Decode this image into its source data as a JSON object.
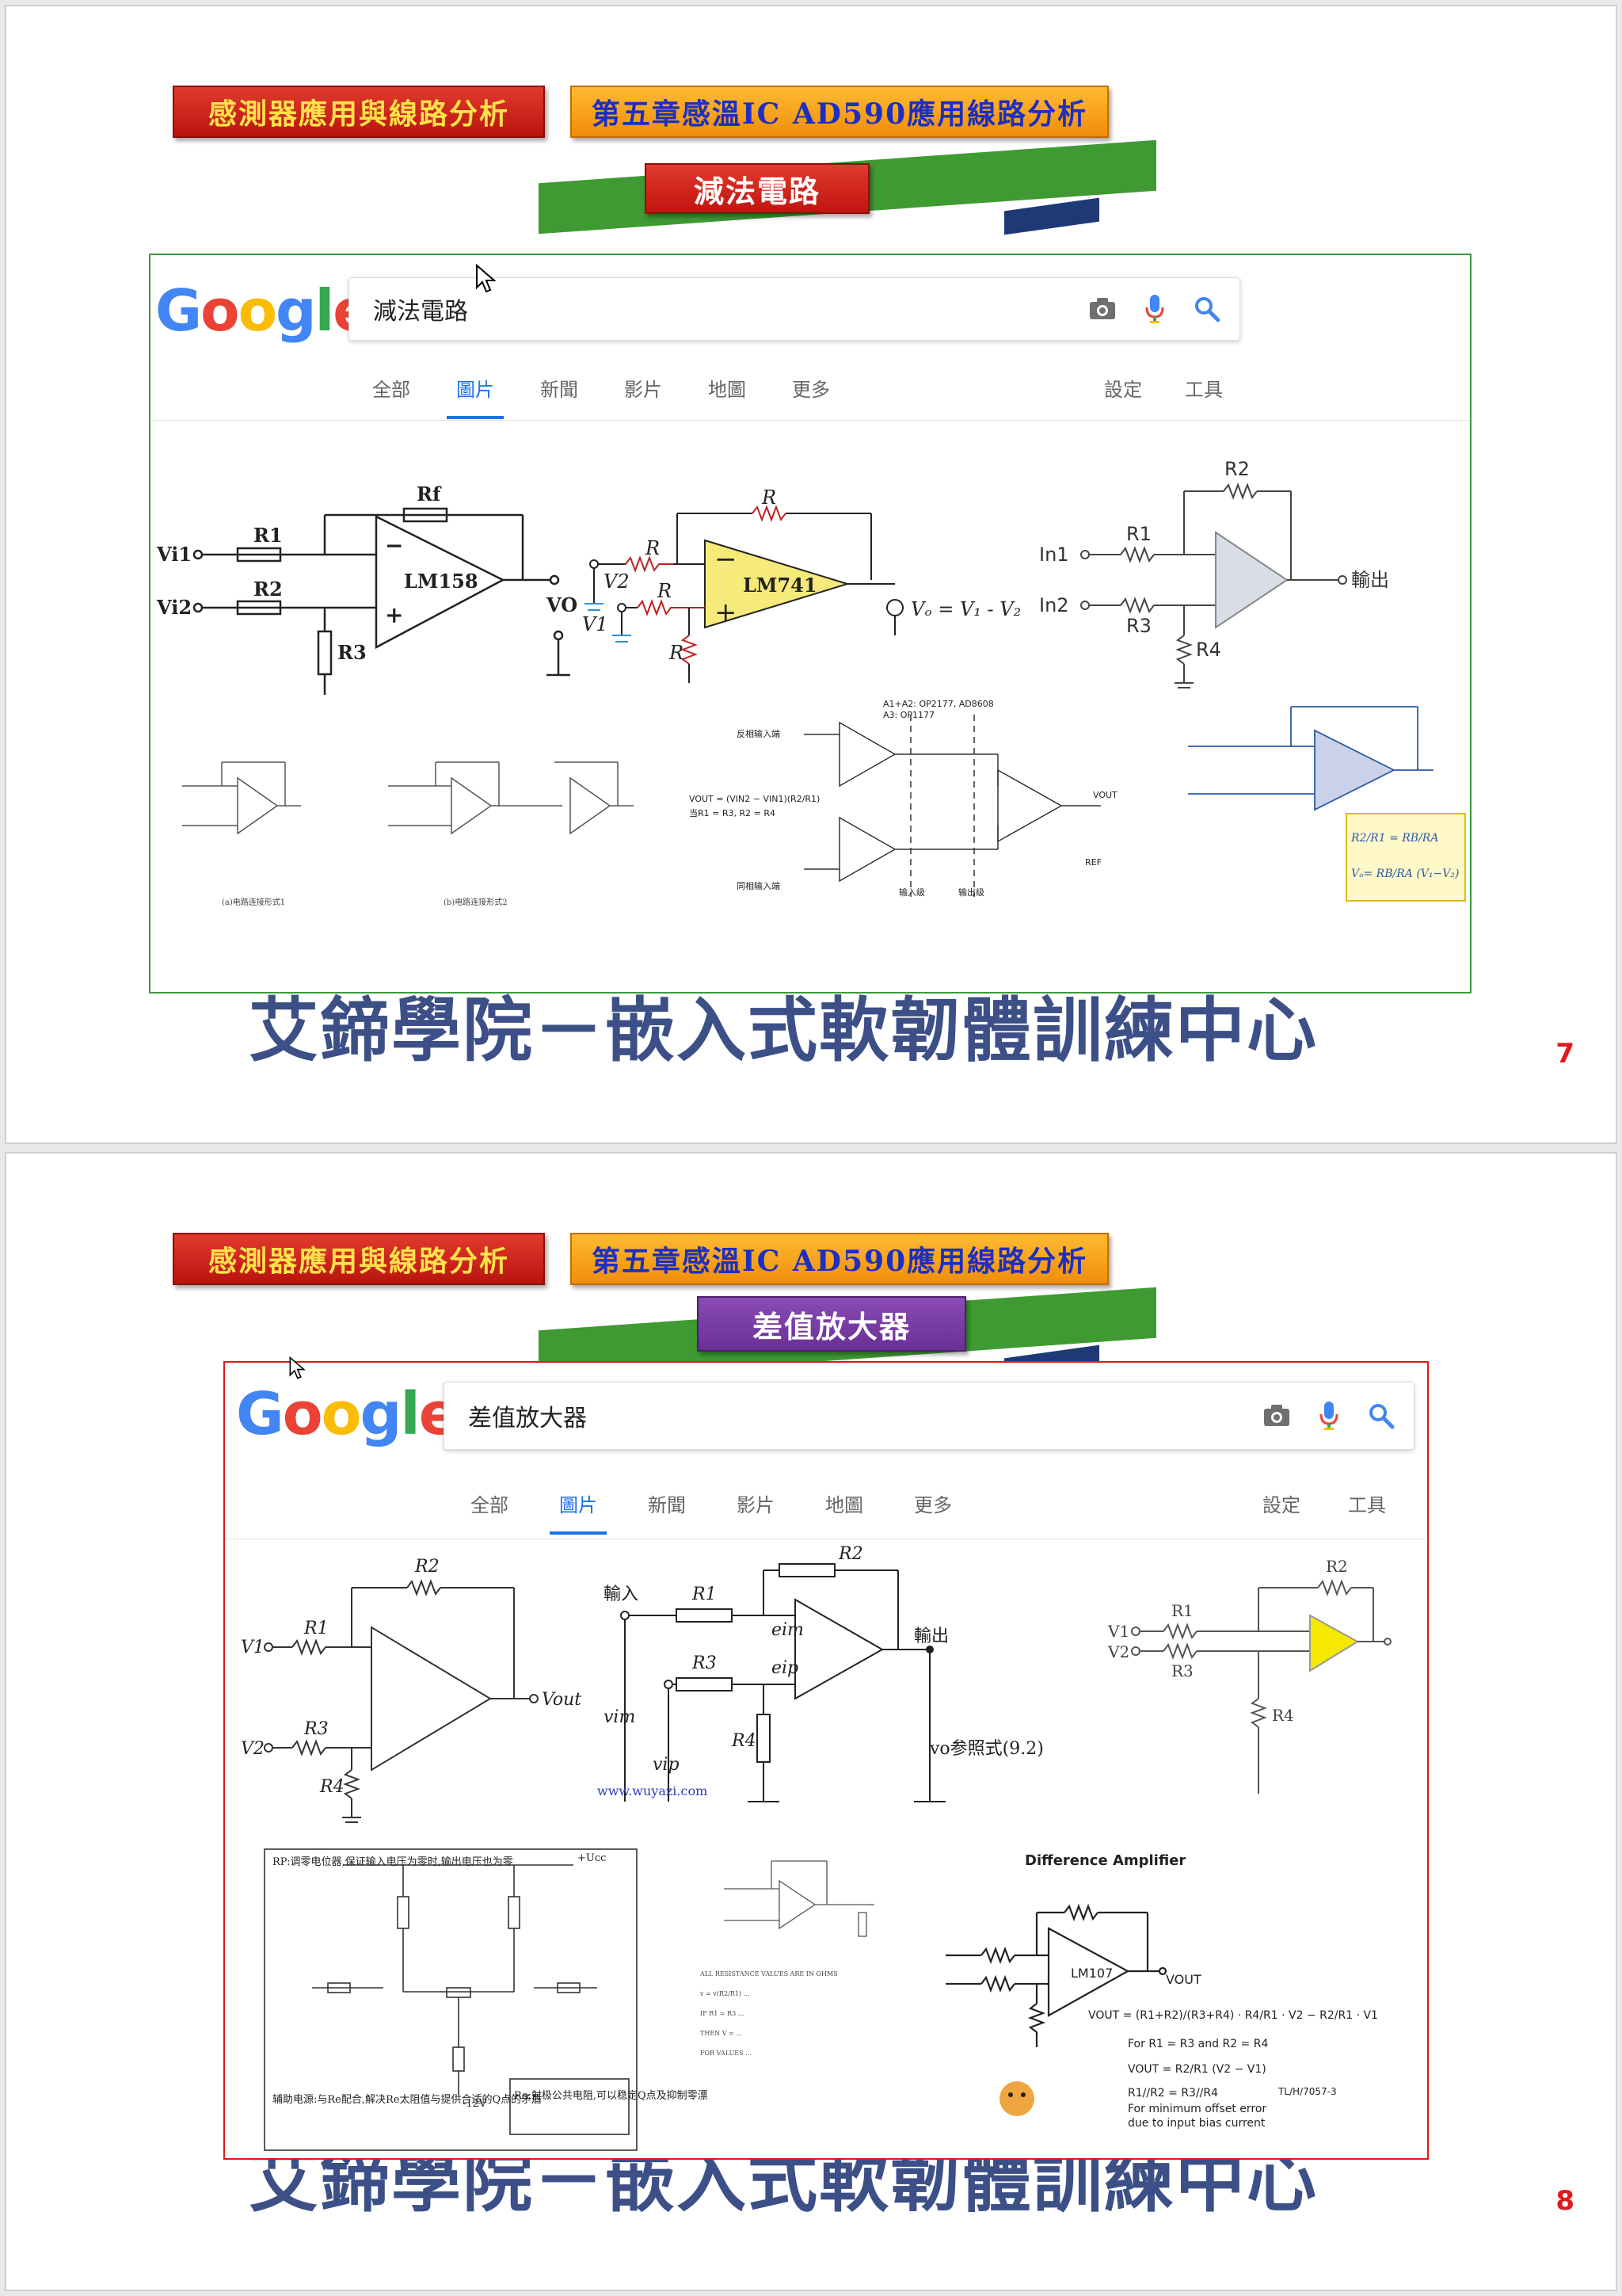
{
  "slides": [
    {
      "course_label": "感測器應用與線路分析",
      "chapter_label": "第五章感溫IC AD590應用線路分析",
      "section_title": "減法電路",
      "watermark": "艾鍗學院－嵌入式軟韌體訓練中心",
      "page_number": "7",
      "google": {
        "logo": [
          "G",
          "o",
          "o",
          "g",
          "l",
          "e"
        ],
        "query": "減法電路",
        "tabs": [
          "全部",
          "圖片",
          "新聞",
          "影片",
          "地圖",
          "更多"
        ],
        "active_tab": "圖片",
        "tools": [
          "設定",
          "工具"
        ]
      },
      "results": {
        "c1": {
          "vi1": "Vi1",
          "vi2": "Vi2",
          "r1": "R1",
          "r2": "R2",
          "r3": "R3",
          "rf": "Rf",
          "chip": "LM158",
          "vo": "VO"
        },
        "c2": {
          "r": "R",
          "v2": "V2",
          "v1": "V1",
          "chip": "LM741",
          "eq": "Vₒ = V₁ - V₂"
        },
        "c3": {
          "in1": "In1",
          "in2": "In2",
          "r1": "R1",
          "r2": "R2",
          "r3": "R3",
          "r4": "R4",
          "out": "輸出"
        },
        "c4": {
          "cap1": "(a)电路连接形式1",
          "cap2": "(b)电路连接形式2"
        },
        "c5": {
          "head": "A1+A2: OP2177, AD8608",
          "head2": "A3: OP1177",
          "inv": "反相输入端",
          "noninv": "同相输入端",
          "stage1": "输入级",
          "stage2": "输出级",
          "vout": "VOUT",
          "ref": "REF",
          "formula": "VOUT = (VIN2 − VIN1)(R2/R1)",
          "cond": "当R1 = R3, R2 = R4"
        },
        "c6": {
          "formula1": "R2/R1 = RB/RA",
          "formula2": "Vₒ= RB/RA (V₁−V₂)"
        }
      }
    },
    {
      "course_label": "感測器應用與線路分析",
      "chapter_label": "第五章感溫IC AD590應用線路分析",
      "section_title": "差值放大器",
      "watermark": "艾鍗學院－嵌入式軟韌體訓練中心",
      "page_number": "8",
      "google": {
        "logo": [
          "G",
          "o",
          "o",
          "g",
          "l",
          "e"
        ],
        "query": "差值放大器",
        "tabs": [
          "全部",
          "圖片",
          "新聞",
          "影片",
          "地圖",
          "更多"
        ],
        "active_tab": "圖片",
        "tools": [
          "設定",
          "工具"
        ]
      },
      "results": {
        "c1": {
          "v1": "V1",
          "v2": "V2",
          "r1": "R1",
          "r2": "R2",
          "r3": "R3",
          "r4": "R4",
          "vout": "Vout"
        },
        "c2": {
          "in": "輸入",
          "out": "輸出",
          "r1": "R1",
          "r2": "R2",
          "r3": "R3",
          "r4": "R4",
          "eim": "eim",
          "eip": "eip",
          "vim": "vim",
          "vip": "vip",
          "vo": "vo参照式(9.2)",
          "site": "www.wuyazi.com"
        },
        "c3": {
          "v1": "V1",
          "v2": "V2",
          "r1": "R1",
          "r2": "R2",
          "r3": "R3",
          "r4": "R4"
        },
        "c4": {
          "note1": "RP:调零电位器,保证输入电压为零时,输出电压也为零",
          "note2": "辅助电源:与Re配合,解决Re太阻值与提供合适的Q点的矛盾",
          "note3": "Re:射极公共电阻,可以稳定Q点及抑制零漂",
          "vcc": "+Ucc",
          "vee": "-12V"
        },
        "c5": {
          "note": "ALL RESISTANCE VALUES ARE IN OHMS"
        },
        "c6": {
          "title": "Difference Amplifier",
          "chip": "LM107",
          "vout": "VOUT",
          "f1": "VOUT = (R1+R2)/(R3+R4) · R4/R1 · V2 − R2/R1 · V1",
          "f2": "For R1 = R3 and R2 = R4",
          "f3": "VOUT = R2/R1 (V2 − V1)",
          "f4": "R1//R2 = R3//R4",
          "f5": "For minimum offset error",
          "f6": "due to input bias current",
          "ref": "TL/H/7057-3"
        }
      }
    }
  ],
  "colors": {
    "google_blue": "#4285F4",
    "google_red": "#EA4335",
    "google_yellow": "#FBBC05",
    "google_green": "#34A853",
    "page_number": "#e0191b",
    "frame1": "#3d9a3d",
    "frame2": "#e0191b"
  },
  "icons": [
    "camera-icon",
    "mic-icon",
    "search-icon",
    "cursor-icon"
  ]
}
